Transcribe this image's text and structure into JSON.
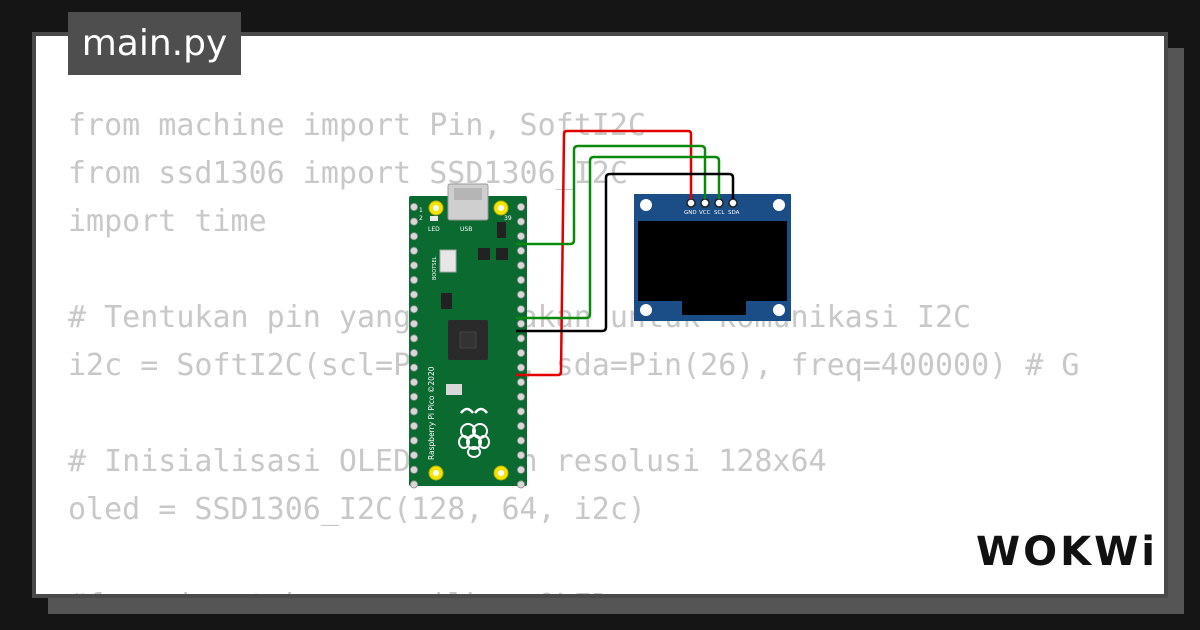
{
  "editor": {
    "filename": "main.py",
    "code_lines": [
      "from machine import Pin, SoftI2C",
      "from ssd1306 import SSD1306_I2C",
      "import time",
      "",
      "# Tentukan pin yang digunakan untuk komunikasi I2C",
      "i2c = SoftI2C(scl=Pin(27), sda=Pin(26), freq=400000) # G",
      "",
      "# Inisialisasi OLED dengan resolusi 128x64",
      "oled = SSD1306_I2C(128, 64, i2c)",
      "",
      "#fungsi untuk menampilkan OLED"
    ]
  },
  "board": {
    "name": "Raspberry Pi Pico ©2020",
    "led_label": "LED",
    "usb_label": "USB",
    "bootsel_label": "BOOTSEL",
    "pin_left_top": "1",
    "pin_left_second": "2",
    "pin_right_top": "39"
  },
  "oled": {
    "pins": [
      "GND",
      "VCC",
      "SCL",
      "SDA"
    ]
  },
  "wires": {
    "gnd_color": "#e00000",
    "vcc_color": "#0a8a0a",
    "scl_color": "#0a8a0a",
    "sda_color": "#000000"
  },
  "brand": {
    "logo": "WOKWi"
  },
  "colors": {
    "background": "#151515",
    "card": "#ffffff",
    "tab": "#4e4e4e",
    "pcb": "#0a6a30",
    "oled_board": "#1b4d86"
  }
}
